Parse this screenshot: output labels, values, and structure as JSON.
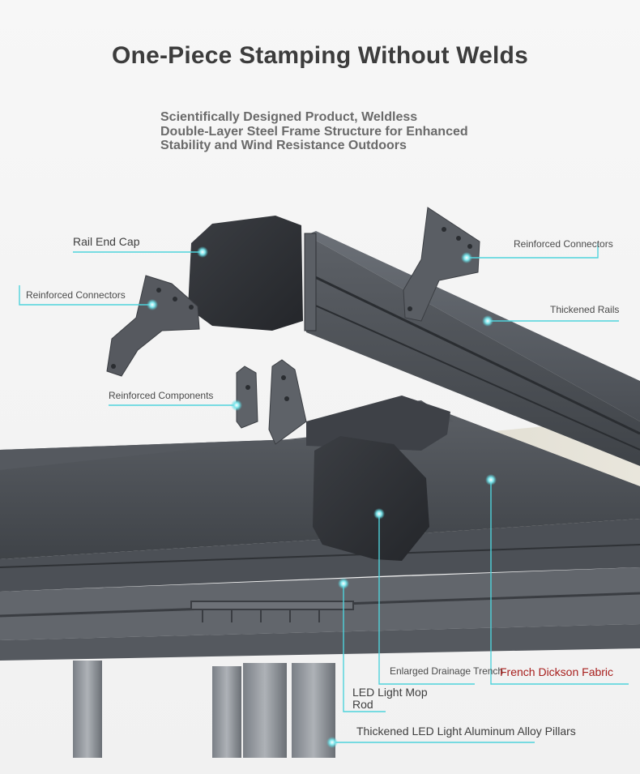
{
  "header": {
    "title": "One-Piece Stamping Without Welds",
    "subtitle_lines": [
      "Scientifically Designed Product, Weldless",
      "Double-Layer Steel Frame Structure for Enhanced",
      "Stability and Wind Resistance Outdoors"
    ]
  },
  "callouts": {
    "rail_end_cap": "Rail End Cap",
    "reinforced_connectors_left": "Reinforced Connectors",
    "reinforced_connectors_right": "Reinforced Connectors",
    "thickened_rails": "Thickened Rails",
    "reinforced_components": "Reinforced Components",
    "enlarged_drainage_trench": "Enlarged Drainage Trench",
    "french_dickson_fabric": "French Dickson Fabric",
    "led_light_mop_rod_line1": "LED Light Mop",
    "led_light_mop_rod_line2": "Rod",
    "led_pillars": "Thickened LED Light Aluminum Alloy Pillars"
  },
  "colors": {
    "callout_accent": "#4fd3dc",
    "fabric_label": "#a8201e",
    "aluminum_dark": "#4b4f55",
    "end_cap": "#2e3035"
  }
}
